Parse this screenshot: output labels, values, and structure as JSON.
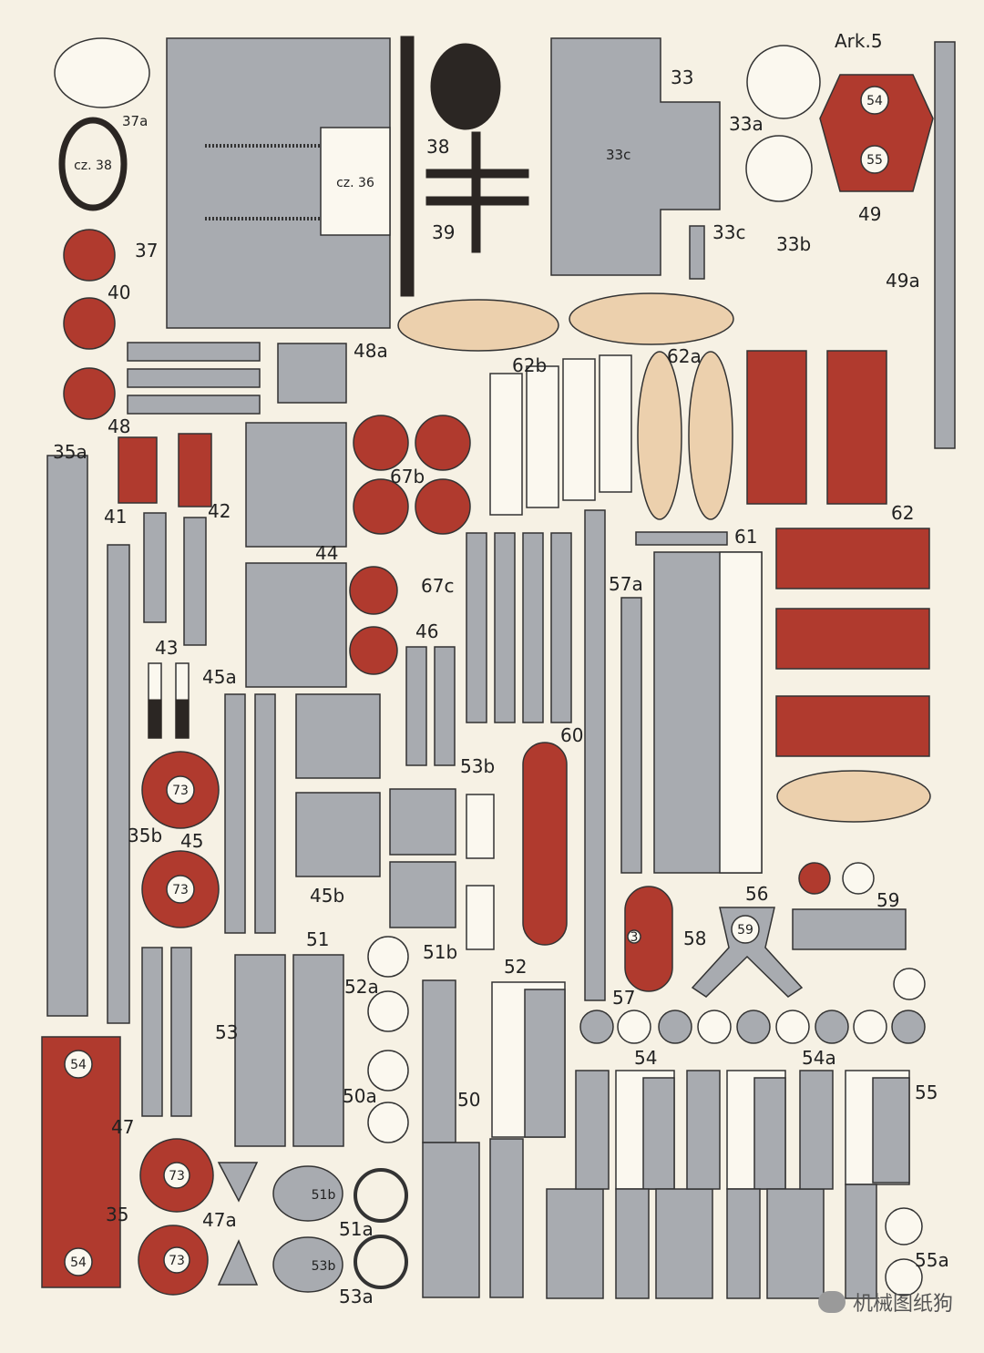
{
  "sheet_title": "Ark.5",
  "watermark": "机械图纸狗",
  "colors": {
    "gray": "#a8abb0",
    "red": "#b03a2e",
    "tan": "#ecd0ad",
    "black": "#2b2623",
    "paper": "#f6f1e4"
  },
  "part_labels": {
    "l33": "33",
    "l33a": "33a",
    "l33c": "33c",
    "l33c2": "33c",
    "l33b": "33b",
    "l49": "49",
    "l49a": "49a",
    "l37a": "37a",
    "l37": "37",
    "l38": "38",
    "l39": "39",
    "l40": "40",
    "l48": "48",
    "l48a": "48a",
    "l62b": "62b",
    "l62a": "62a",
    "l62": "62",
    "l35a": "35a",
    "l41": "41",
    "l42": "42",
    "l44": "44",
    "l67b": "67b",
    "l67c": "67c",
    "l46": "46",
    "l61": "61",
    "l57a": "57a",
    "l43": "43",
    "l45a": "45a",
    "l45": "45",
    "l35b": "35b",
    "l45b": "45b",
    "l53b": "53b",
    "l60": "60",
    "l56": "56",
    "l59": "59",
    "l58": "58",
    "l51": "51",
    "l52a": "52a",
    "l51b": "51b",
    "l52": "52",
    "l57": "57",
    "l53": "53",
    "l50a": "50a",
    "l50": "50",
    "l54": "54",
    "l54a": "54a",
    "l55": "55",
    "l47": "47",
    "l47a": "47a",
    "l35": "35",
    "l51a": "51a",
    "l53a": "53a",
    "l55a": "55a"
  },
  "inner_texts": {
    "cz36": "cz. 36",
    "cz38": "cz. 38",
    "c54a": "54",
    "c55a": "55",
    "c54b": "54",
    "c54c": "54",
    "c73a": "73",
    "c73b": "73",
    "c73c": "73",
    "c73d": "73",
    "c59": "59",
    "c3": "3",
    "t51b": "51b",
    "t53b": "53b",
    "t33c": "33c"
  }
}
